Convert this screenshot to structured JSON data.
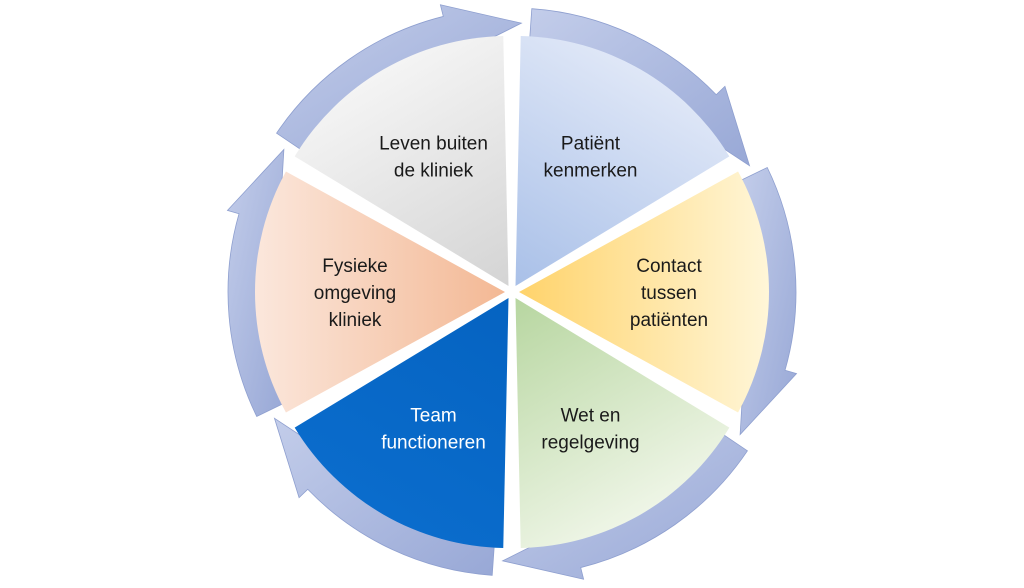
{
  "diagram": {
    "type": "cycle",
    "segments": [
      {
        "id": "patient",
        "lines": [
          "Patiënt",
          "kenmerken"
        ],
        "color_light": "#dfe7f7",
        "color_dark": "#a9c0e8",
        "text_color": "#1a1a1a"
      },
      {
        "id": "contact",
        "lines": [
          "Contact",
          "tussen",
          "patiënten"
        ],
        "color_light": "#fff6d8",
        "color_dark": "#ffd36b",
        "text_color": "#1a1a1a"
      },
      {
        "id": "wet",
        "lines": [
          "Wet en",
          "regelgeving"
        ],
        "color_light": "#eef5e6",
        "color_dark": "#b7d6a0",
        "text_color": "#1a1a1a"
      },
      {
        "id": "team",
        "lines": [
          "Team",
          "functioneren"
        ],
        "color_light": "#0a6ccc",
        "color_dark": "#0563c1",
        "text_color": "#ffffff"
      },
      {
        "id": "fysieke",
        "lines": [
          "Fysieke",
          "omgeving",
          "kliniek"
        ],
        "color_light": "#fbe7dc",
        "color_dark": "#f3b894",
        "text_color": "#1a1a1a"
      },
      {
        "id": "leven",
        "lines": [
          "Leven buiten",
          "de kliniek"
        ],
        "color_light": "#f4f4f4",
        "color_dark": "#d4d4d4",
        "text_color": "#1a1a1a"
      }
    ],
    "arrow_color_light": "#c3cdea",
    "arrow_color_dark": "#98a8d6"
  }
}
